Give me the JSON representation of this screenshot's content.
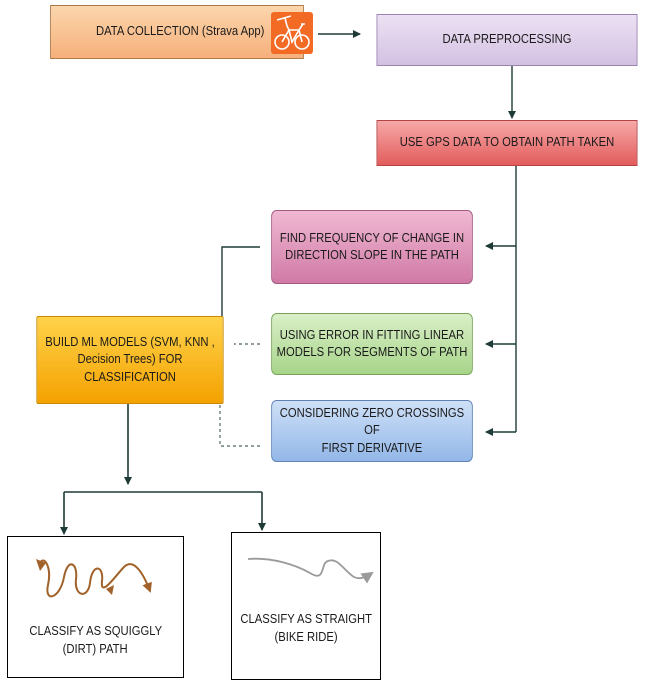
{
  "nodes": {
    "data_collection": "DATA COLLECTION (Strava App)",
    "preprocessing": "DATA PREPROCESSING",
    "gps": "USE GPS DATA TO OBTAIN PATH TAKEN",
    "frequency": [
      "FIND FREQUENCY OF CHANGE IN",
      "DIRECTION SLOPE IN THE PATH"
    ],
    "error": [
      "USING ERROR IN FITTING LINEAR",
      "MODELS FOR SEGMENTS OF PATH"
    ],
    "zero": [
      "CONSIDERING ZERO CROSSINGS OF",
      "FIRST DERIVATIVE"
    ],
    "ml": [
      "BUILD ML MODELS (SVM, KNN ,",
      "Decision Trees) FOR",
      "CLASSIFICATION"
    ],
    "squiggly": [
      "CLASSIFY AS SQUIGGLY",
      "(DIRT) PATH"
    ],
    "straight": [
      "CLASSIFY AS STRAIGHT",
      "(BIKE RIDE)"
    ]
  },
  "icons": {
    "strava": "strava-app-icon",
    "squiggly_path": "squiggly-path-icon",
    "straight_path": "curved-path-icon"
  },
  "colors": {
    "connector": "#1f3b37",
    "dashed_connector": "#6c7f7c",
    "squiggle": "#a0622a",
    "straight_curve": "#9a9a9a"
  }
}
